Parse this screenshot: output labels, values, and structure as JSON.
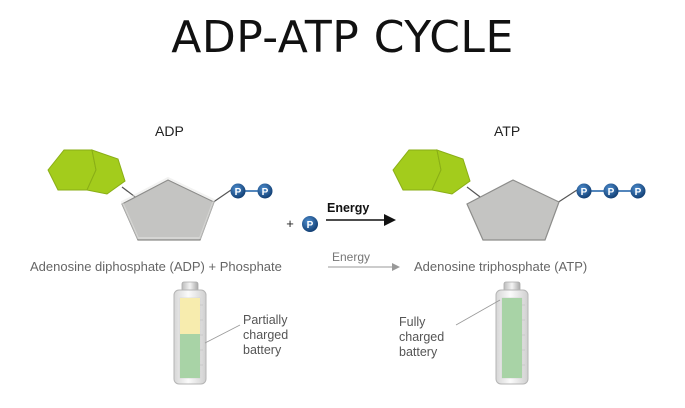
{
  "title": "ADP-ATP CYCLE",
  "adp": {
    "label": "ADP",
    "name": "Adenosine diphosphate (ADP) + Phosphate",
    "phosphates": [
      "P",
      "P"
    ]
  },
  "atp": {
    "label": "ATP",
    "name": "Adenosine triphosphate (ATP)",
    "phosphates": [
      "P",
      "P",
      "P"
    ]
  },
  "reaction": {
    "plus": "+",
    "phosphate": "P",
    "energy_label": "Energy",
    "lower_energy_label": "Energy"
  },
  "batteries": {
    "partial": {
      "line1": "Partially",
      "line2": "charged",
      "line3": "battery",
      "level": 0.55
    },
    "full": {
      "line1": "Fully",
      "line2": "charged",
      "line3": "battery",
      "level": 1.0
    }
  },
  "colors": {
    "adenine": "#a3cc1c",
    "ribose": "#c4c4c2",
    "phosphate": "#1a5fa6",
    "battery_green": "#a8d3a6",
    "battery_yellow": "#f7ecae"
  }
}
